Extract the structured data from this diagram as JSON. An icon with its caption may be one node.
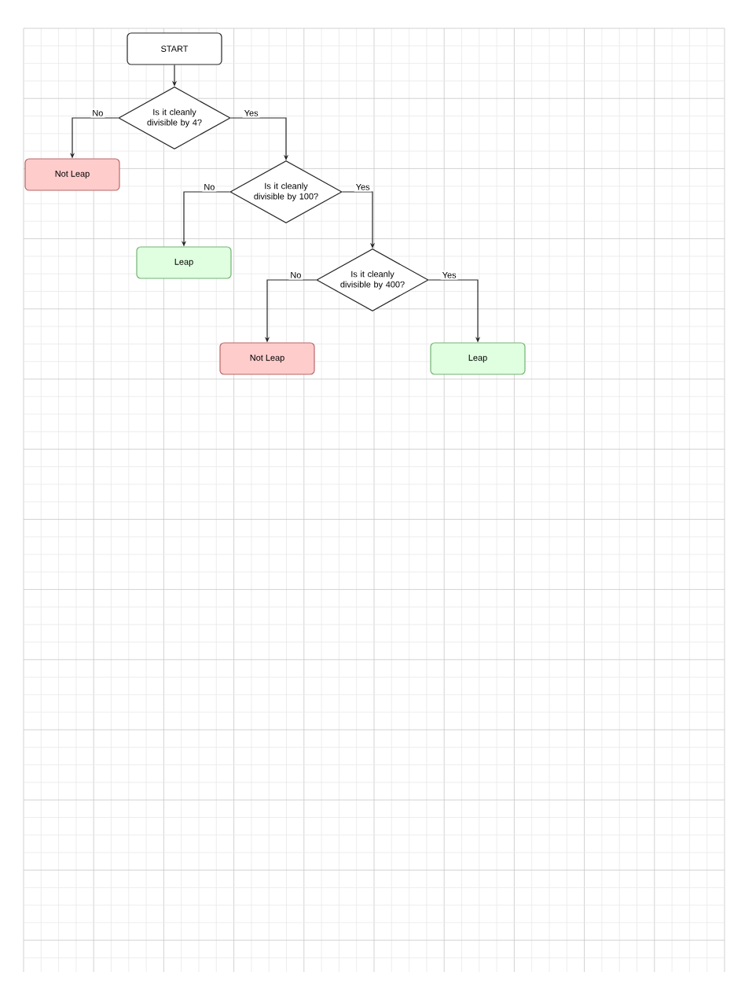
{
  "diagram": {
    "nodes": [
      {
        "text": [
          "START"
        ]
      },
      {
        "text": [
          "Is it cleanly divisible by 4?"
        ]
      },
      {
        "text": [
          "Not Leap"
        ]
      },
      {
        "text": [
          "Is it cleanly divisible by 100?"
        ]
      },
      {
        "text": [
          "Leap"
        ]
      },
      {
        "text": [
          "Is it cleanly divisible by 400?"
        ]
      },
      {
        "text": [
          "Not Leap"
        ]
      },
      {
        "text": [
          "Leap"
        ]
      }
    ],
    "edges": [
      {
        "from": 0,
        "to": 1,
        "arrow": "to"
      },
      {
        "from": 1,
        "to": 2,
        "arrow": "to",
        "label": "No"
      },
      {
        "from": 1,
        "to": 3,
        "arrow": "to",
        "label": "Yes"
      },
      {
        "from": 3,
        "to": 4,
        "arrow": "to",
        "label": "No"
      },
      {
        "from": 3,
        "to": 5,
        "arrow": "to",
        "label": "Yes"
      },
      {
        "from": 5,
        "to": 6,
        "arrow": "to",
        "label": "No"
      },
      {
        "from": 5,
        "to": 7,
        "arrow": "to",
        "label": "Yes"
      }
    ]
  }
}
